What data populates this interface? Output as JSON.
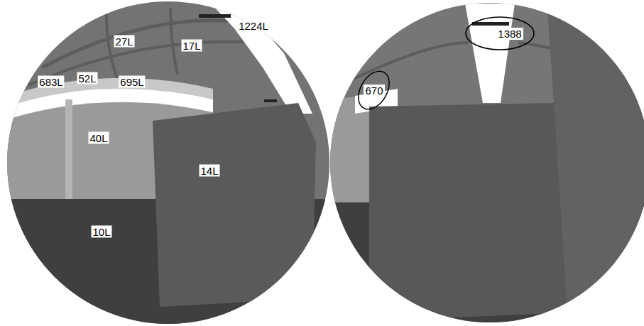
{
  "diagram": {
    "nodes": [
      {
        "text": [
          "1388"
        ]
      },
      {
        "text": [
          "670"
        ]
      }
    ],
    "labels": [
      "1224L",
      "27L",
      "17L",
      "683L",
      "52L",
      "695L",
      "40L",
      "14L",
      "10L"
    ]
  }
}
